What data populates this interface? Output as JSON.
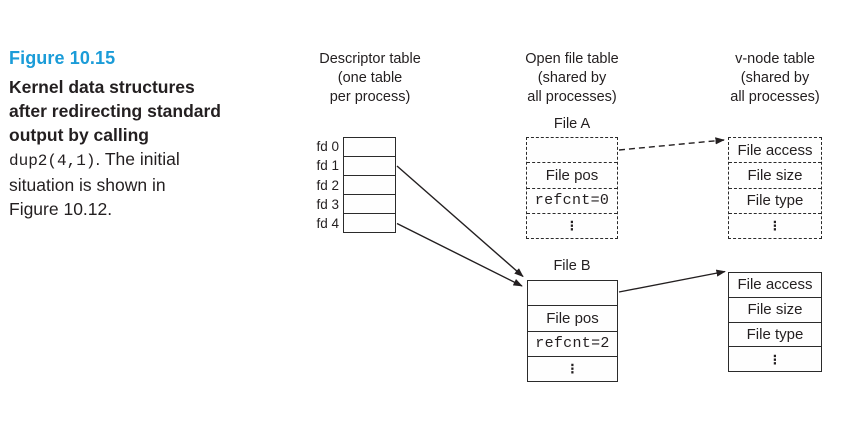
{
  "figure": {
    "label": "Figure 10.15",
    "caption_lines": [
      {
        "text": "Kernel data structures"
      },
      {
        "text": "after redirecting standard"
      },
      {
        "text": "output by calling"
      },
      {
        "code": "dup2(4,1)",
        "text": ". The initial"
      },
      {
        "text": "situation is shown in"
      },
      {
        "text": "Figure 10.12."
      }
    ]
  },
  "headers": {
    "descriptor": {
      "line1": "Descriptor table",
      "line2": "(one table",
      "line3": "per process)"
    },
    "open_file": {
      "line1": "Open file table",
      "line2": "(shared by",
      "line3": "all processes)"
    },
    "vnode": {
      "line1": "v-node table",
      "line2": "(shared by",
      "line3": "all processes)"
    }
  },
  "descriptor_table": {
    "fd_labels": [
      "fd 0",
      "fd 1",
      "fd 2",
      "fd 3",
      "fd 4"
    ]
  },
  "file_a": {
    "title": "File A",
    "cells": [
      "",
      "File pos",
      "refcnt=0",
      "⋮"
    ]
  },
  "file_b": {
    "title": "File B",
    "cells": [
      "",
      "File pos",
      "refcnt=2",
      "⋮"
    ]
  },
  "vnode_a": {
    "cells": [
      "File access",
      "File size",
      "File type",
      "⋮"
    ]
  },
  "vnode_b": {
    "cells": [
      "File access",
      "File size",
      "File type",
      "⋮"
    ]
  },
  "connections": [
    {
      "from": "fd 1",
      "to": "File B",
      "style": "solid"
    },
    {
      "from": "fd 4",
      "to": "File B",
      "style": "solid"
    },
    {
      "from": "File A",
      "to": "v-node table A",
      "style": "dashed"
    },
    {
      "from": "File B",
      "to": "v-node table B",
      "style": "solid"
    }
  ],
  "colors": {
    "figure_label_blue": "#1b9cd8",
    "ink": "#231f20",
    "background": "#ffffff"
  }
}
